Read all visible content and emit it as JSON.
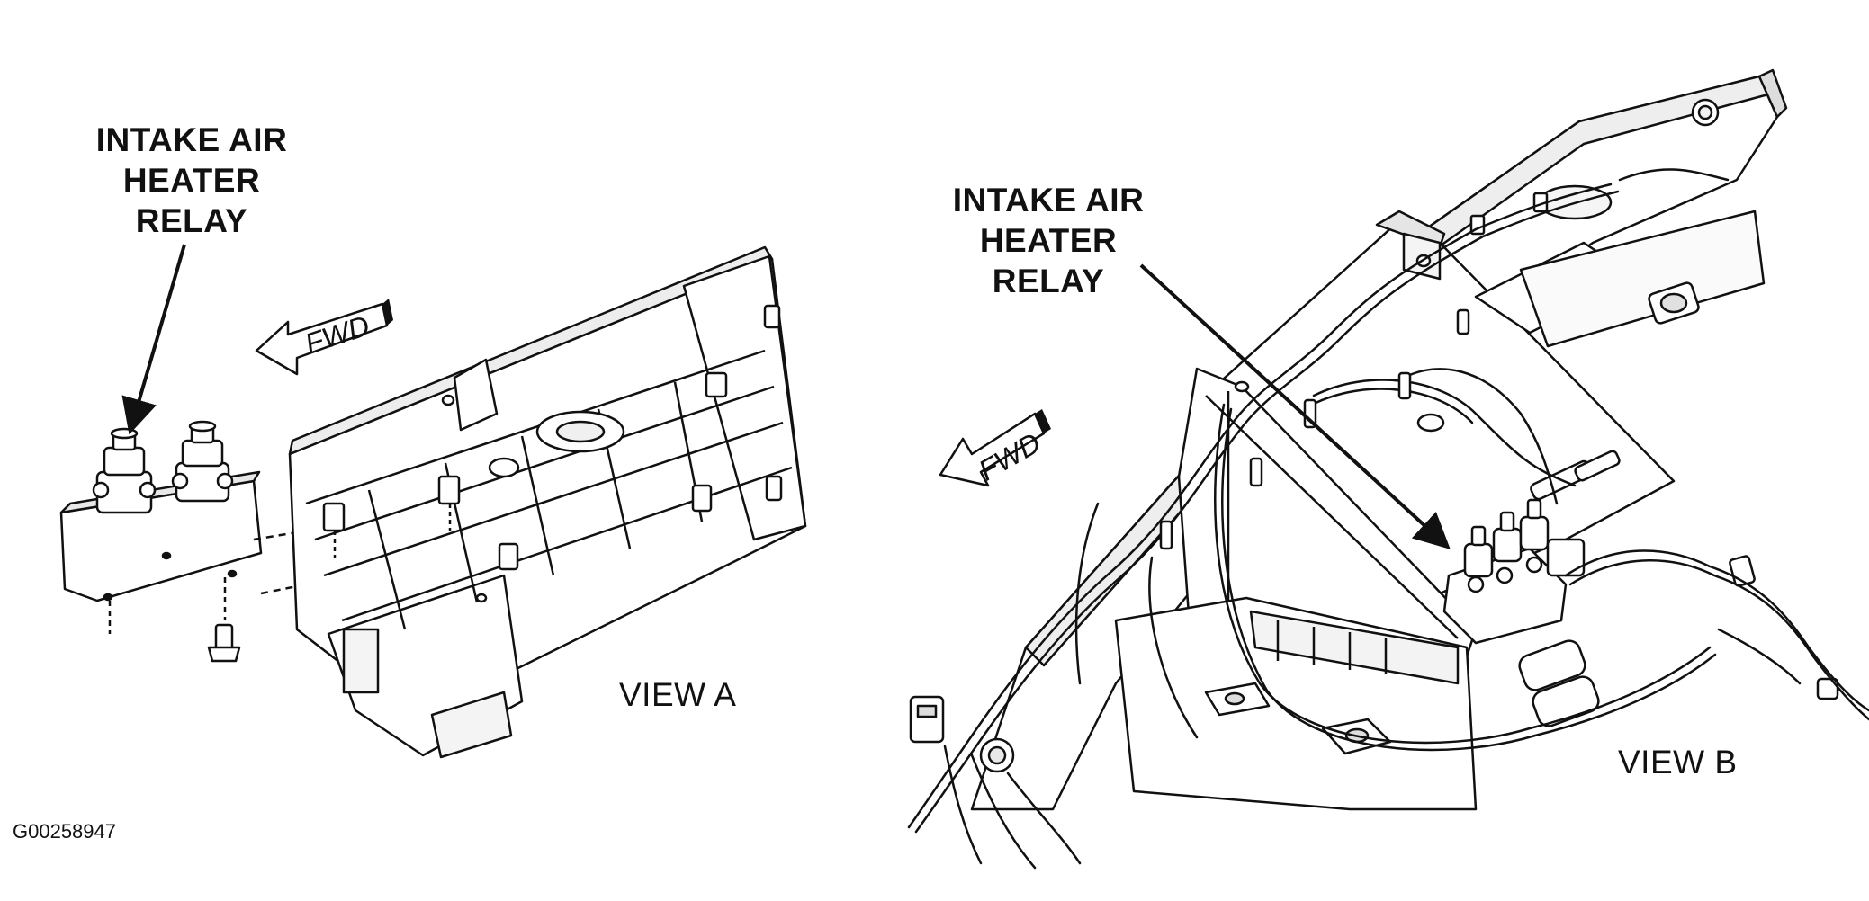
{
  "view_a": {
    "callout": [
      "INTAKE AIR",
      "HEATER",
      "RELAY"
    ],
    "title": "VIEW A",
    "direction": "FWD"
  },
  "view_b": {
    "callout": [
      "INTAKE AIR",
      "HEATER",
      "RELAY"
    ],
    "title": "VIEW B",
    "direction": "FWD"
  },
  "figure_code": "G00258947",
  "colors": {
    "ink": "#111111",
    "background": "#ffffff"
  }
}
